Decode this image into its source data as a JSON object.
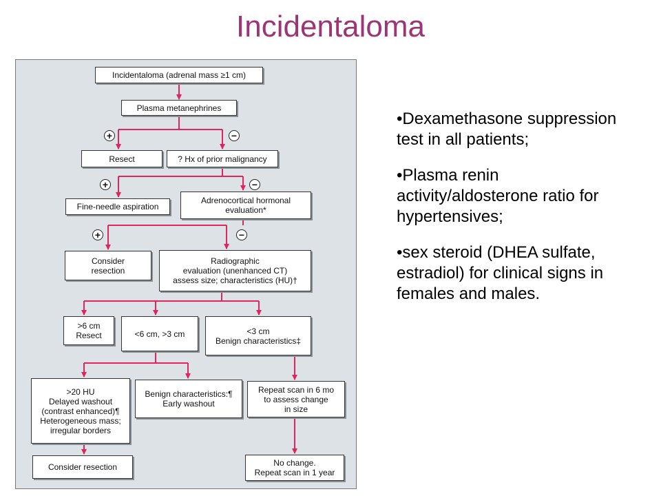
{
  "title": "Incidentaloma",
  "flowchart": {
    "nodes": {
      "incidentaloma": "Incidentaloma (adrenal mass ≥1 cm)",
      "metanephrines": "Plasma metanephrines",
      "resect": "Resect",
      "prior_malignancy": "? Hx of prior malignancy",
      "fna": "Fine-needle aspiration",
      "hormonal_eval": "Adrenocortical hormonal\nevaluation*",
      "consider_resection_1": "Consider\nresection",
      "radiographic": "Radiographic\nevaluation (unenhanced CT)\nassess size; characteristics (HU)†",
      "gt6": ">6 cm\nResect",
      "between": "<6 cm, >3 cm",
      "lt3": "<3 cm\nBenign characteristics‡",
      "gt20hu": ">20 HU\nDelayed washout\n(contrast enhanced)¶\nHeterogeneous mass;\nirregular borders",
      "benign_early": "Benign characteristics:¶\nEarly washout",
      "repeat_6mo": "Repeat scan in 6 mo\nto assess change\nin size",
      "consider_resection_2": "Consider resection",
      "no_change": "No change.\nRepeat scan in 1 year"
    },
    "plus": "+",
    "minus": "−"
  },
  "bullets": [
    "•Dexamethasone suppression test in all patients;",
    "•Plasma renin activity/aldosterone ratio for hypertensives;",
    "•sex steroid (DHEA sulfate, estradiol) for clinical signs in females and males."
  ],
  "colors": {
    "title": "#9b3574",
    "arrow": "#e0245e",
    "panel": "#dde2e7"
  }
}
